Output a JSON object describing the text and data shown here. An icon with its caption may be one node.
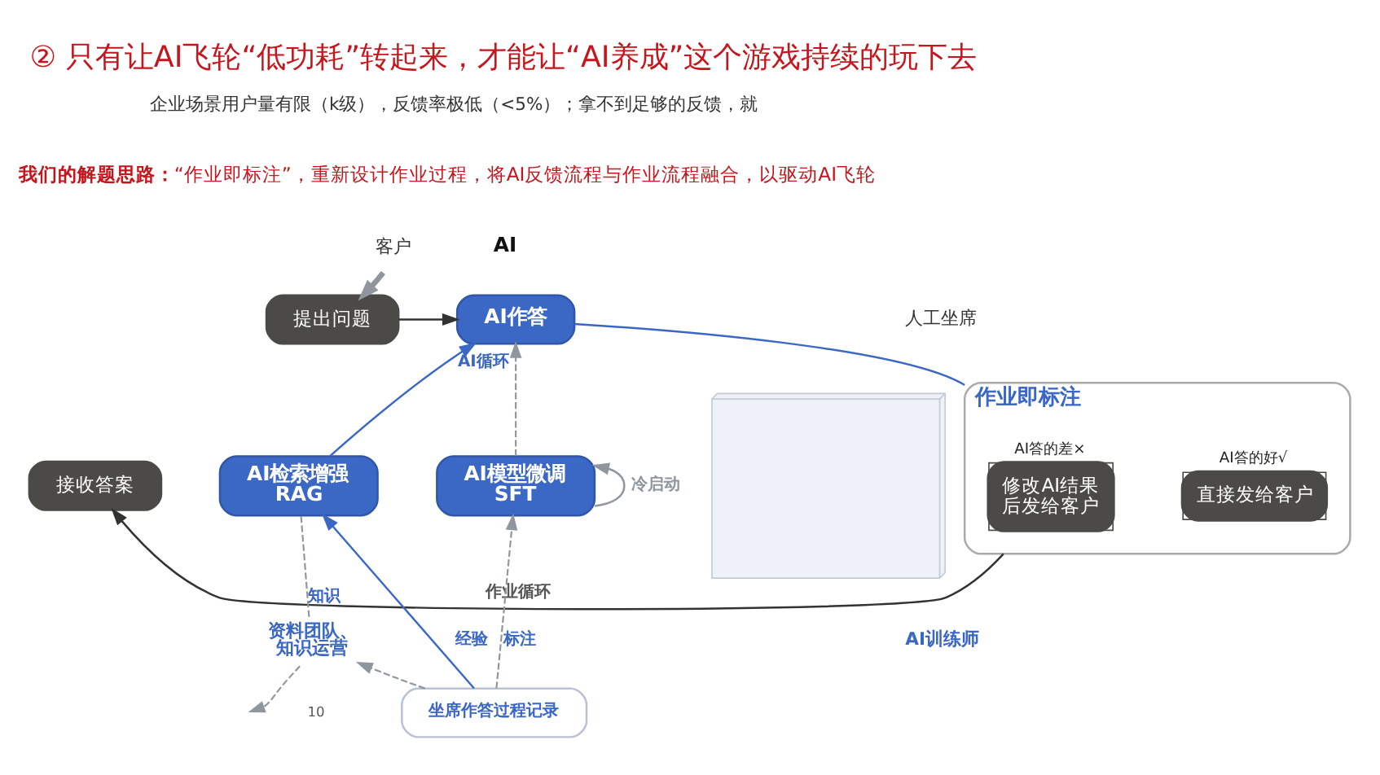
{
  "diagram": {
    "title": "② 只有让AI飞轮“低功耗”转起来，才能让“AI养成”这个游戏持续的玩下去",
    "nodes": [
      {
        "text": [
          "客户"
        ]
      },
      {
        "text": [
          "提出问题"
        ]
      },
      {
        "text": [
          "接收答案"
        ]
      },
      {
        "text": [
          "AI作答"
        ]
      },
      {
        "text": [
          "人工坐席"
        ]
      },
      {
        "text": [
          "作业即标注"
        ]
      },
      {
        "text": [
          "修改AI结果后发给客户"
        ],
        "in": 5,
        "beside": [
          "AI答的差×"
        ]
      },
      {
        "text": [
          "直接发给客户"
        ],
        "in": 5,
        "beside": [
          "AI答的好√"
        ]
      },
      {
        "text": [
          "坐席作答过程记录"
        ]
      },
      {
        "text": [
          "AI检索增强 RAG"
        ]
      },
      {
        "text": [
          "AI模型微调 SFT"
        ]
      },
      {
        "text": [
          "AI训练师"
        ]
      },
      {
        "text": [
          "资料团队、知识运营"
        ]
      },
      {
        "text": [],
        "shape": "picture"
      }
    ],
    "edges": [
      {
        "from": 0,
        "to": 1,
        "arrow": "to",
        "style": "thick"
      },
      {
        "from": 1,
        "to": 3,
        "arrow": "to",
        "color": "#333333"
      },
      {
        "from": 3,
        "to": 5,
        "arrow": "none",
        "color": "#3b67c5"
      },
      {
        "from": 5,
        "to": 2,
        "arrow": "to",
        "label": "作业循环",
        "color": "#333333"
      },
      {
        "from": 9,
        "to": 3,
        "arrow": "to",
        "label": "AI循环",
        "color": "#3b67c5"
      },
      {
        "from": 10,
        "to": 3,
        "arrow": "to",
        "style": "dashed"
      },
      {
        "from": 10,
        "to": 10,
        "arrow": "to",
        "label": "冷启动"
      },
      {
        "from": 8,
        "to": 9,
        "arrow": "to",
        "label": "经验",
        "color": "#3b67c5"
      },
      {
        "from": 8,
        "to": 10,
        "arrow": "to",
        "label": "标注",
        "style": "dashed"
      },
      {
        "from": 8,
        "to": 12,
        "arrow": "to",
        "style": "dashed"
      },
      {
        "from": 12,
        "to": 9,
        "arrow": "none",
        "label": "知识",
        "style": "dashed"
      },
      {
        "from": 12,
        "to": null,
        "arrow": "to",
        "style": "dashed"
      }
    ],
    "labels": [
      "企业场景用户量有限（k级），反馈率极低（<5%）；拿不到足够的反馈，就",
      "**我们的解题思路：**“作业即标注”，重新设计作业过程，将AI反馈流程与作业流程融合，以驱动AI飞轮",
      "AI",
      "10"
    ]
  }
}
